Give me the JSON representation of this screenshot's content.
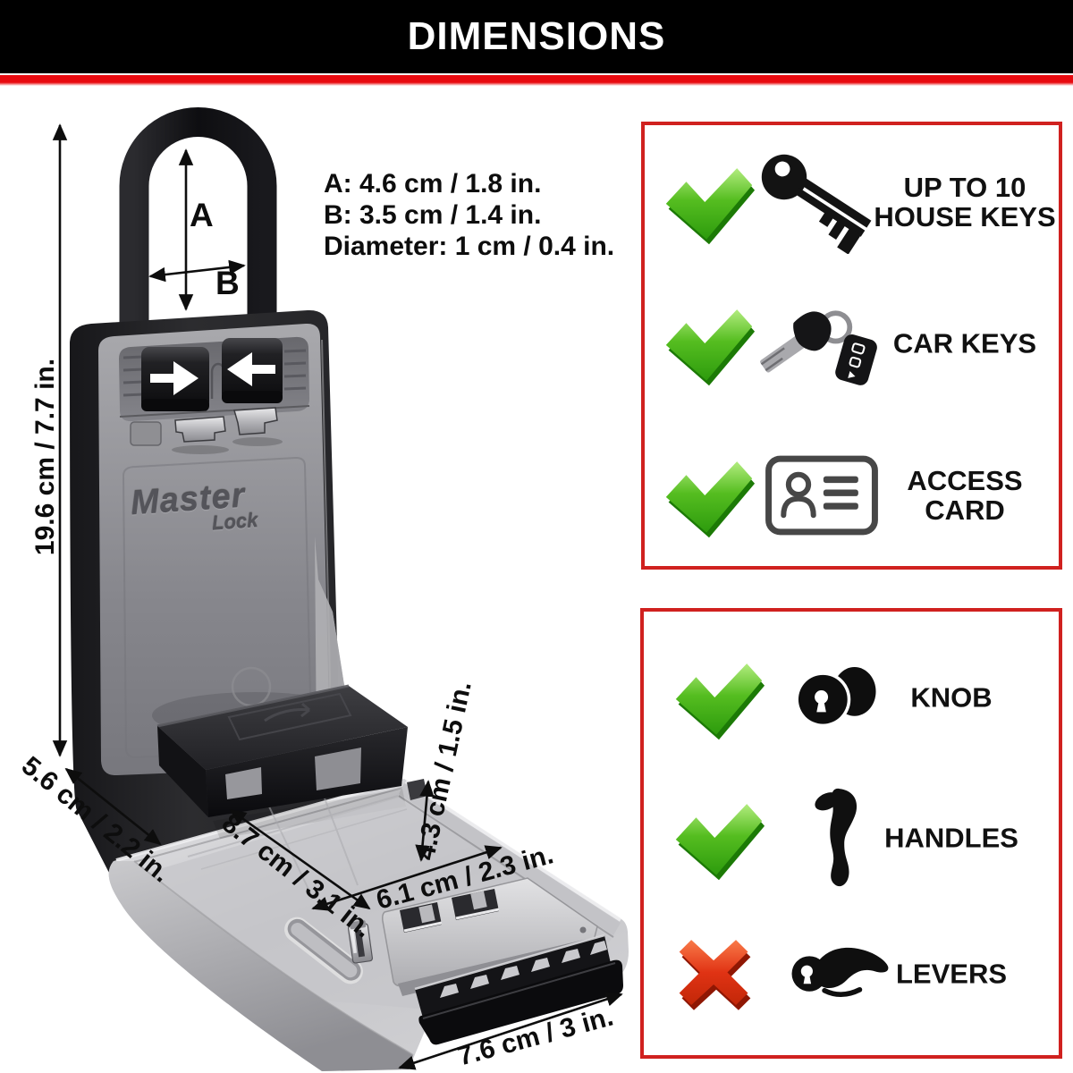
{
  "header": {
    "title": "DIMENSIONS"
  },
  "colors": {
    "header_bg": "#000000",
    "accent_red_stripe": "#e8090f",
    "panel_border_red": "#d0211f",
    "check_green": "#4cbb17",
    "cross_red": "#dd3a12",
    "text_color": "#111111"
  },
  "product": {
    "name": "portable-lock-box",
    "logo": {
      "master": "Master",
      "lock": "Lock"
    },
    "dimensions": {
      "shackle_a_label": "A",
      "shackle_b_label": "B",
      "spec_lines": [
        "A: 4.6 cm / 1.8 in.",
        "B: 3.5 cm / 1.4 in.",
        "Diameter: 1 cm / 0.4 in."
      ],
      "height": "19.6 cm / 7.7 in.",
      "depth": "5.6 cm / 2.2 in.",
      "door_diagonal": "8.7 cm / 3.1 in.",
      "opening_width": "6.1 cm / 2.3 in.",
      "opening_depth": "4.3 cm / 1.5 in.",
      "width": "7.6 cm / 3 in."
    }
  },
  "panels": [
    {
      "name": "storage-capacity",
      "items": [
        {
          "mark": "check",
          "icon": "house-key",
          "lines": [
            "UP TO 10",
            "HOUSE KEYS"
          ]
        },
        {
          "mark": "check",
          "icon": "car-key",
          "lines": [
            "CAR KEYS"
          ]
        },
        {
          "mark": "check",
          "icon": "access-card",
          "lines": [
            "ACCESS",
            "CARD"
          ]
        }
      ]
    },
    {
      "name": "door-hardware-compatibility",
      "items": [
        {
          "mark": "check",
          "icon": "door-knob",
          "lines": [
            "KNOB"
          ]
        },
        {
          "mark": "check",
          "icon": "door-handle",
          "lines": [
            "HANDLES"
          ]
        },
        {
          "mark": "cross",
          "icon": "door-lever",
          "lines": [
            "LEVERS"
          ]
        }
      ]
    }
  ]
}
